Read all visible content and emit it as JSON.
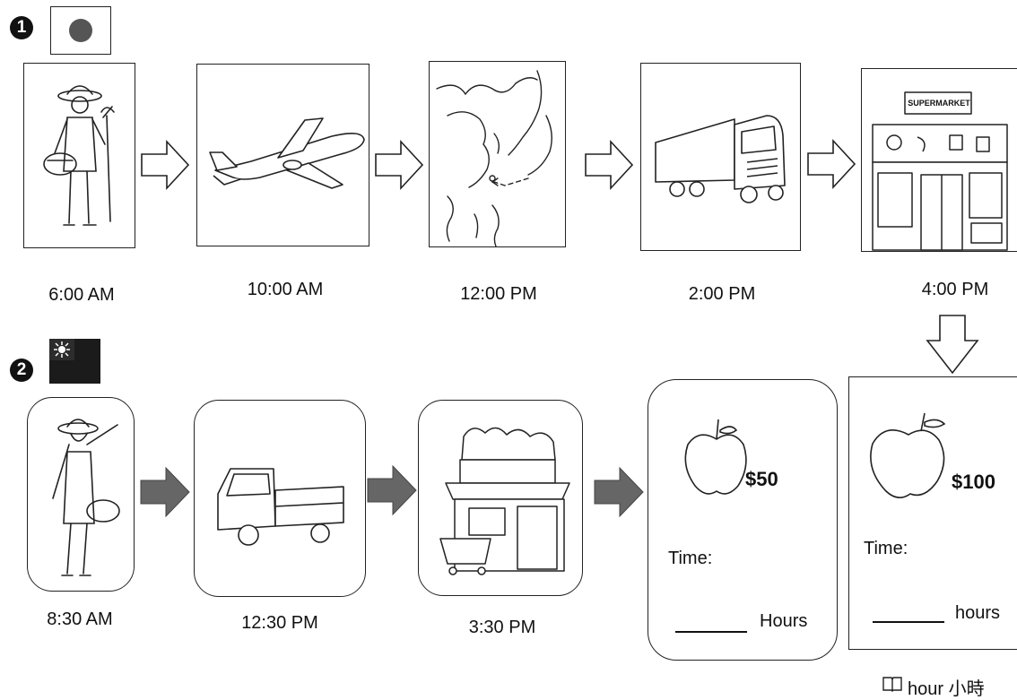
{
  "route1": {
    "marker": "1",
    "times": [
      "6:00 AM",
      "10:00 AM",
      "12:00 PM",
      "2:00 PM",
      "4:00 PM"
    ],
    "supermarket_sign": "SUPERMARKET"
  },
  "route2": {
    "marker": "2",
    "times": [
      "8:30 AM",
      "12:30 PM",
      "3:30 PM"
    ]
  },
  "cards": [
    {
      "price": "$50",
      "time_label": "Time:",
      "unit": "Hours"
    },
    {
      "price": "$100",
      "time_label": "Time:",
      "unit": "hours"
    }
  ],
  "footnote": {
    "text": "hour 小時"
  }
}
